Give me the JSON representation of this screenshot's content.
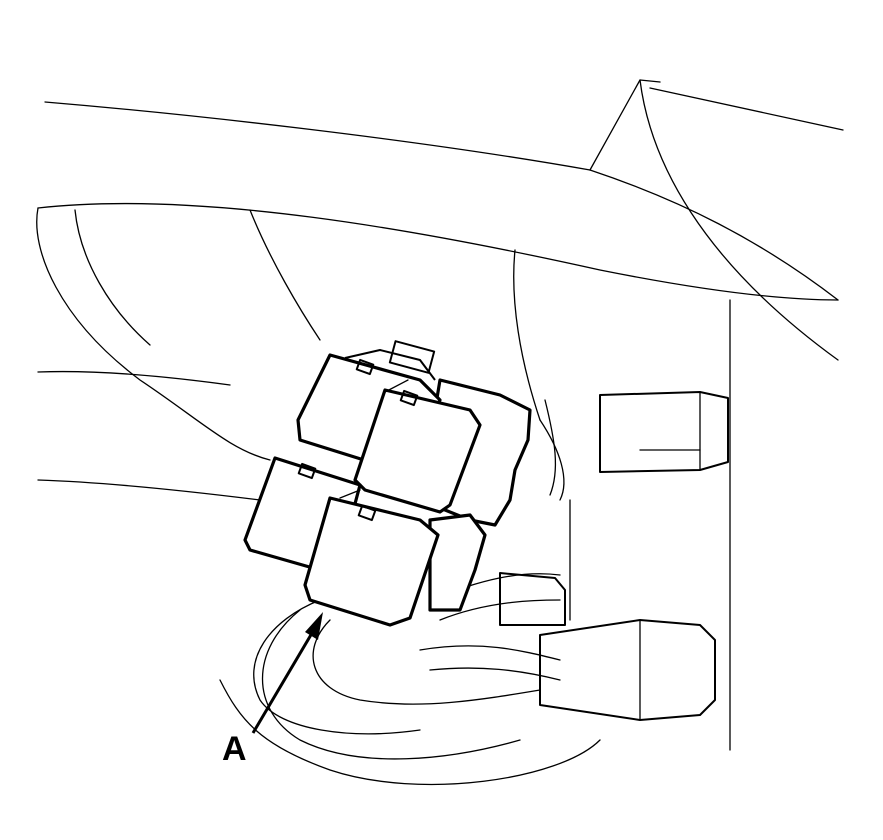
{
  "diagram": {
    "type": "technical line drawing",
    "subject": "relay block under dashboard",
    "callouts": [
      {
        "id": "A",
        "label": "A",
        "points_to": "relay block"
      }
    ],
    "colors": {
      "line": "#000000",
      "background": "#ffffff"
    }
  }
}
